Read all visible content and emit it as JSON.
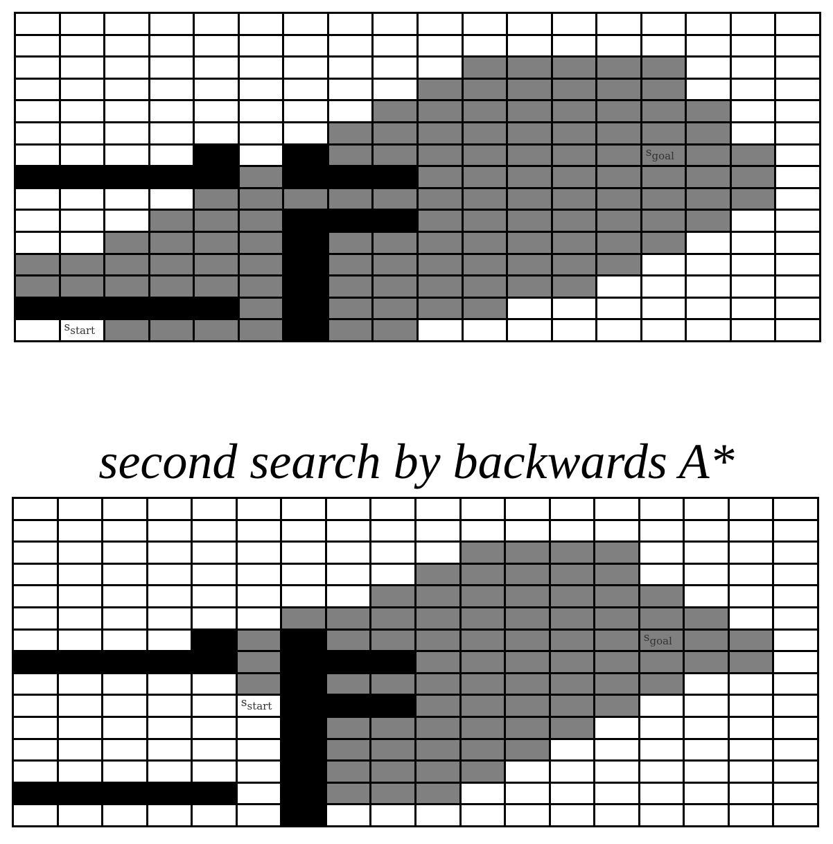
{
  "top": {
    "title": "",
    "start_label": "start",
    "goal_label": "goal",
    "start": [
      14,
      1
    ],
    "goal": [
      6,
      14
    ],
    "rows": [
      "wwwwwwwwwwwwwwwwww",
      "wwwwwwwwwwwwwwwwww",
      "wwwwwwwwwwgggggwww",
      "wwwwwwwwwggggggwww",
      "wwwwwwwwggggggggww",
      "wwwwwwwgggggggggww",
      "wwwwbwbggggggggggw",
      "bbbbbgbbbggggggggw",
      "wwwwgggggggggggggw",
      "wwwgggbbbgggggggww",
      "wwggggbggggggggwww",
      "ggggggbgggggggwwww",
      "ggggggbggggggwwwww",
      "bbbbbgbggggwwwwwww",
      "wwggggbggwwwwwwwww"
    ]
  },
  "bottom": {
    "title": "second search by backwards A*",
    "start_label": "start",
    "goal_label": "goal",
    "start": [
      9,
      5
    ],
    "goal": [
      6,
      14
    ],
    "rows": [
      "wwwwwwwwwwwwwwwwww",
      "wwwwwwwwwwwwwwwwww",
      "wwwwwwwwwwggggwwww",
      "wwwwwwwwwgggggwwww",
      "wwwwwwwwgggggggwww",
      "wwwwwwggggggggggww",
      "wwwwbgbggggggggggw",
      "bbbbbgbbbggggggggw",
      "wwwwwgbggggggggwww",
      "wwwwwwbbbgggggwwww",
      "wwwwwwbggggggwwwww",
      "wwwwwwbgggggwwwwww",
      "wwwwwwbggggwwwwwww",
      "bbbbbwbgggwwwwwwww",
      "wwwwwwbwwwwwwwwwww"
    ]
  }
}
